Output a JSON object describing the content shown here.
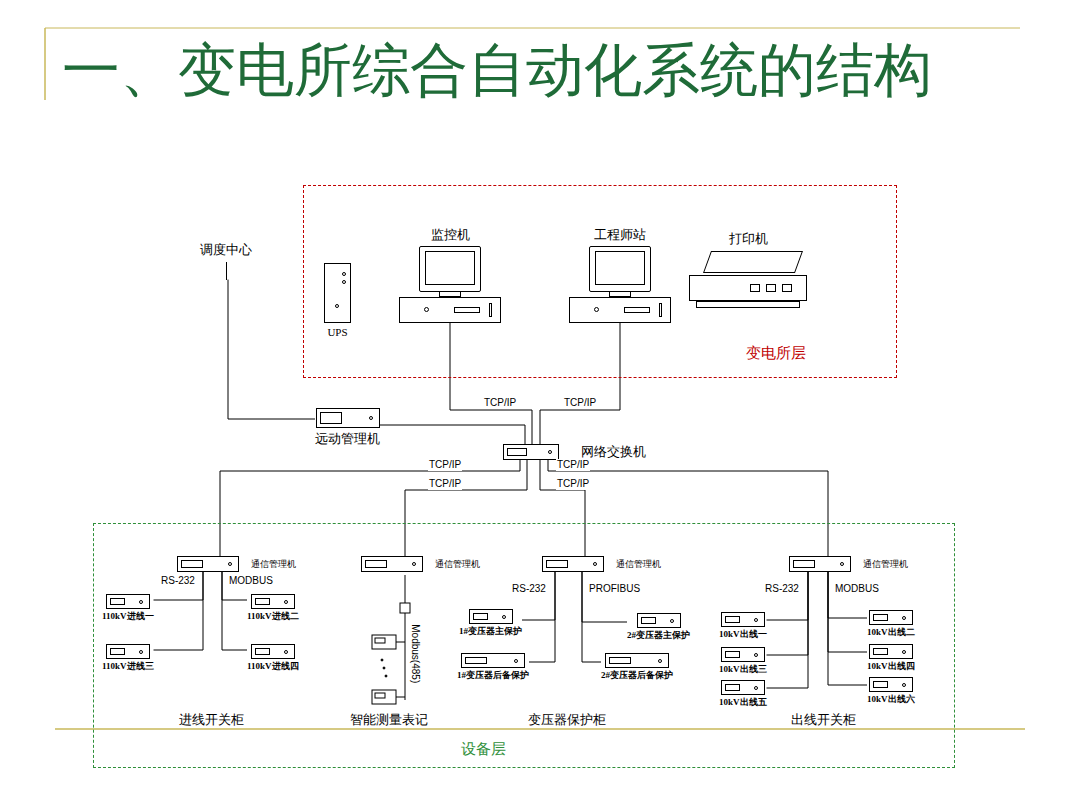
{
  "diagram": {
    "title": "一、变电所综合自动化系统的结构",
    "nodes": [
      {
        "text": [
          "变电所层"
        ]
      },
      {
        "text": [
          "UPS"
        ],
        "in": 0
      },
      {
        "text": [
          "监控机"
        ],
        "in": 0
      },
      {
        "text": [
          "工程师站"
        ],
        "in": 0
      },
      {
        "text": [
          "打印机"
        ],
        "in": 0
      },
      {
        "text": [
          "调度中心"
        ]
      },
      {
        "text": [
          "远动管理机"
        ]
      },
      {
        "text": [
          "网络交换机"
        ]
      },
      {
        "text": [
          "设备层"
        ]
      },
      {
        "text": [
          "通信管理机"
        ],
        "in": 8
      },
      {
        "text": [
          "110kV进线一"
        ],
        "in": 8
      },
      {
        "text": [
          "110kV进线二"
        ],
        "in": 8
      },
      {
        "text": [
          "110kV进线三"
        ],
        "in": 8
      },
      {
        "text": [
          "110kV进线四"
        ],
        "in": 8
      },
      {
        "text": [
          "通信管理机"
        ],
        "in": 8
      },
      {
        "text": [
          "通信管理机"
        ],
        "in": 8
      },
      {
        "text": [
          "1#变压器主保护"
        ],
        "in": 8
      },
      {
        "text": [
          "2#变压器主保护"
        ],
        "in": 8
      },
      {
        "text": [
          "1#变压器后备保护"
        ],
        "in": 8
      },
      {
        "text": [
          "2#变压器后备保护"
        ],
        "in": 8
      },
      {
        "text": [
          "通信管理机"
        ],
        "in": 8
      },
      {
        "text": [
          "10kV出线一"
        ],
        "in": 8
      },
      {
        "text": [
          "10kV出线二"
        ],
        "in": 8
      },
      {
        "text": [
          "10kV出线三"
        ],
        "in": 8
      },
      {
        "text": [
          "10kV出线四"
        ],
        "in": 8
      },
      {
        "text": [
          "10kV出线五"
        ],
        "in": 8
      },
      {
        "text": [
          "10kV出线六"
        ],
        "in": 8
      }
    ],
    "edges": [
      {
        "from": 5,
        "to": 6,
        "arrow": "none"
      },
      {
        "from": 6,
        "to": 7,
        "arrow": "none"
      },
      {
        "from": 2,
        "to": 7,
        "label": "TCP/IP",
        "arrow": "none"
      },
      {
        "from": 3,
        "to": 7,
        "label": "TCP/IP",
        "arrow": "none"
      },
      {
        "from": 7,
        "to": 9,
        "label": "TCP/IP",
        "arrow": "none"
      },
      {
        "from": 7,
        "to": 14,
        "label": "TCP/IP",
        "arrow": "none"
      },
      {
        "from": 7,
        "to": 15,
        "label": "TCP/IP",
        "arrow": "none"
      },
      {
        "from": 7,
        "to": 20,
        "label": "TCP/IP",
        "arrow": "none"
      },
      {
        "from": 9,
        "to": 10,
        "arrow": "none"
      },
      {
        "from": 9,
        "to": 11,
        "arrow": "none"
      },
      {
        "from": 9,
        "to": 12,
        "arrow": "none"
      },
      {
        "from": 9,
        "to": 13,
        "arrow": "none"
      },
      {
        "from": 15,
        "to": 16,
        "arrow": "none"
      },
      {
        "from": 15,
        "to": 17,
        "arrow": "none"
      },
      {
        "from": 15,
        "to": 18,
        "arrow": "none"
      },
      {
        "from": 15,
        "to": 19,
        "arrow": "none"
      },
      {
        "from": 20,
        "to": 21,
        "arrow": "none"
      },
      {
        "from": 20,
        "to": 22,
        "arrow": "none"
      },
      {
        "from": 20,
        "to": 23,
        "arrow": "none"
      },
      {
        "from": 20,
        "to": 24,
        "arrow": "none"
      },
      {
        "from": 20,
        "to": 25,
        "arrow": "none"
      },
      {
        "from": 20,
        "to": 26,
        "arrow": "none"
      }
    ],
    "labels": [
      "RS-232",
      "MODBUS",
      "Modbus(485)",
      "RS-232",
      "PROFIBUS",
      "RS-232",
      "MODBUS",
      "进线开关柜",
      "智能测量表记",
      "变压器保护柜",
      "出线开关柜"
    ]
  }
}
